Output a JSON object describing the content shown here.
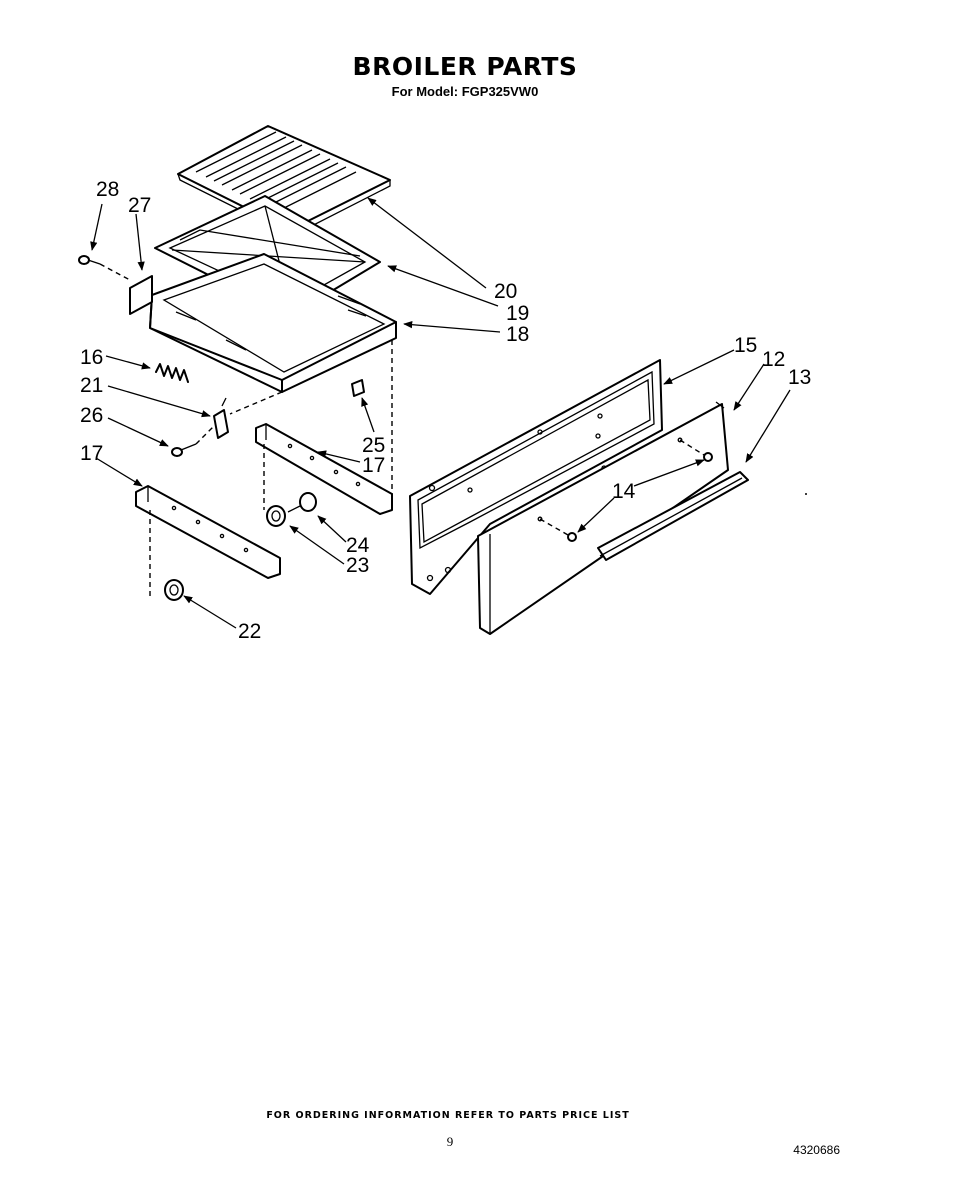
{
  "header": {
    "title": "BROILER PARTS",
    "subtitle": "For Model: FGP325VW0"
  },
  "callouts": {
    "c28": "28",
    "c27": "27",
    "c20": "20",
    "c19": "19",
    "c18": "18",
    "c16": "16",
    "c21": "21",
    "c26": "26",
    "c25": "25",
    "c17a": "17",
    "c17b": "17",
    "c24": "24",
    "c23": "23",
    "c22": "22",
    "c15": "15",
    "c12": "12",
    "c13": "13",
    "c14": "14"
  },
  "footer": {
    "note": "FOR ORDERING INFORMATION REFER TO PARTS PRICE LIST",
    "page_number": "9",
    "doc_number": "4320686"
  }
}
